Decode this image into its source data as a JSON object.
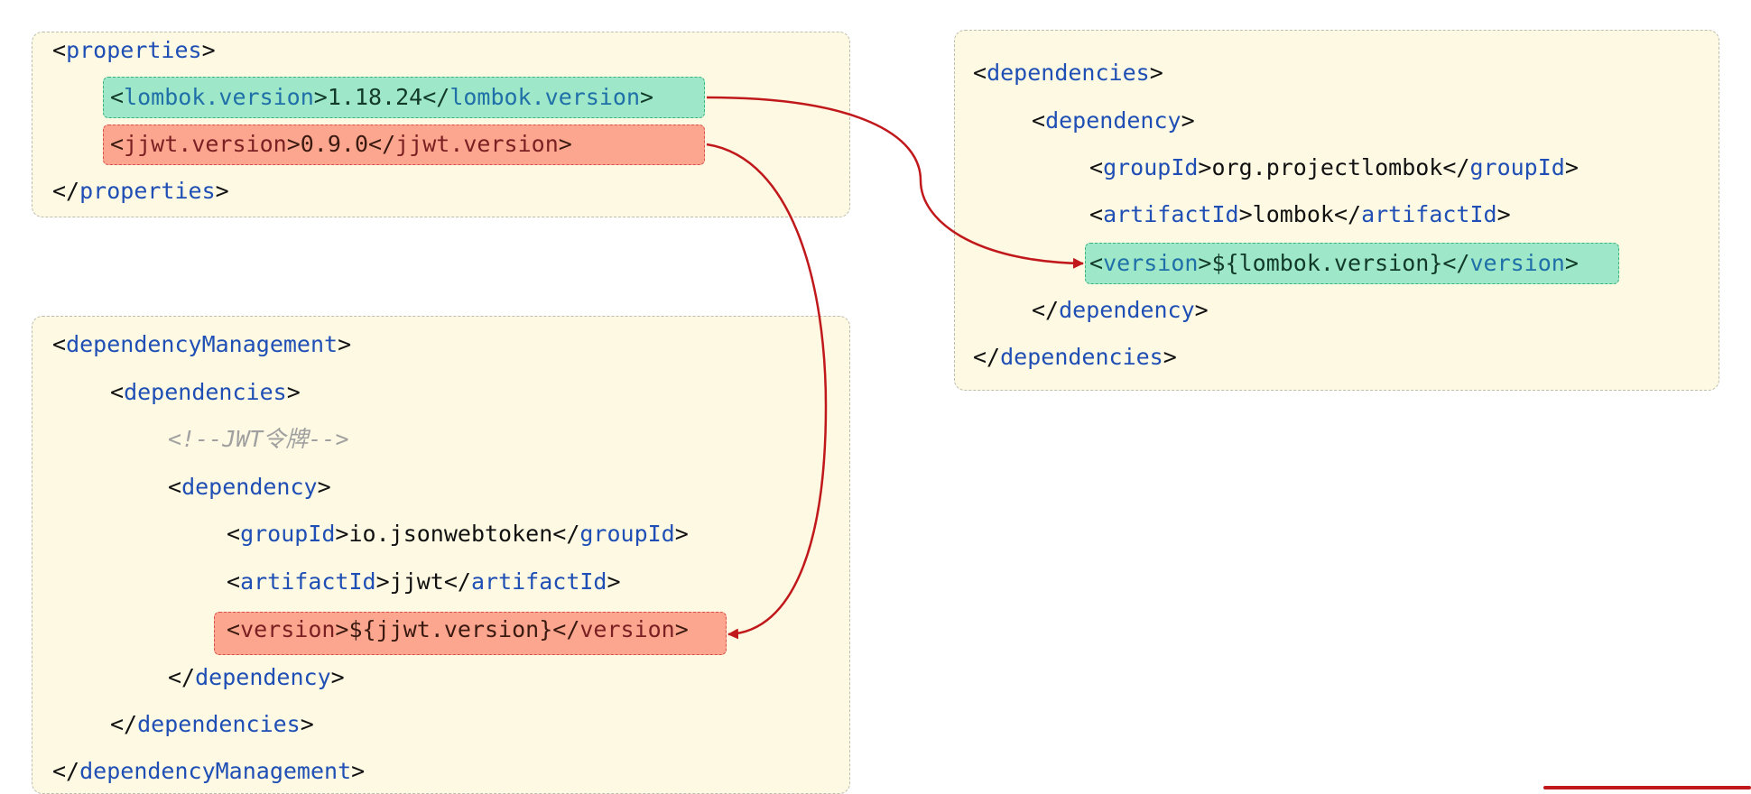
{
  "properties": {
    "open_tag": "properties",
    "items": [
      {
        "tag": "lombok.version",
        "value": "1.18.24"
      },
      {
        "tag": "jjwt.version",
        "value": "0.9.0"
      }
    ]
  },
  "dependencies_panel": {
    "outer_tag": "dependencies",
    "inner_tag": "dependency",
    "group_tag": "groupId",
    "group_value": "org.projectlombok",
    "artifact_tag": "artifactId",
    "artifact_value": "lombok",
    "version_tag": "version",
    "version_value": "${lombok.version}"
  },
  "management_panel": {
    "outer_tag": "dependencyManagement",
    "deps_tag": "dependencies",
    "comment": "<!--JWT令牌-->",
    "dep_tag": "dependency",
    "group_tag": "groupId",
    "group_value": "io.jsonwebtoken",
    "artifact_tag": "artifactId",
    "artifact_value": "jjwt",
    "version_tag": "version",
    "version_value": "${jjwt.version}"
  },
  "colors": {
    "panel_bg": "#fdf9e3",
    "tag_blue": "#1f4fb5",
    "highlight_green": "#9ee7c8",
    "highlight_red": "#fda68f",
    "arrow_red": "#c0181b"
  }
}
